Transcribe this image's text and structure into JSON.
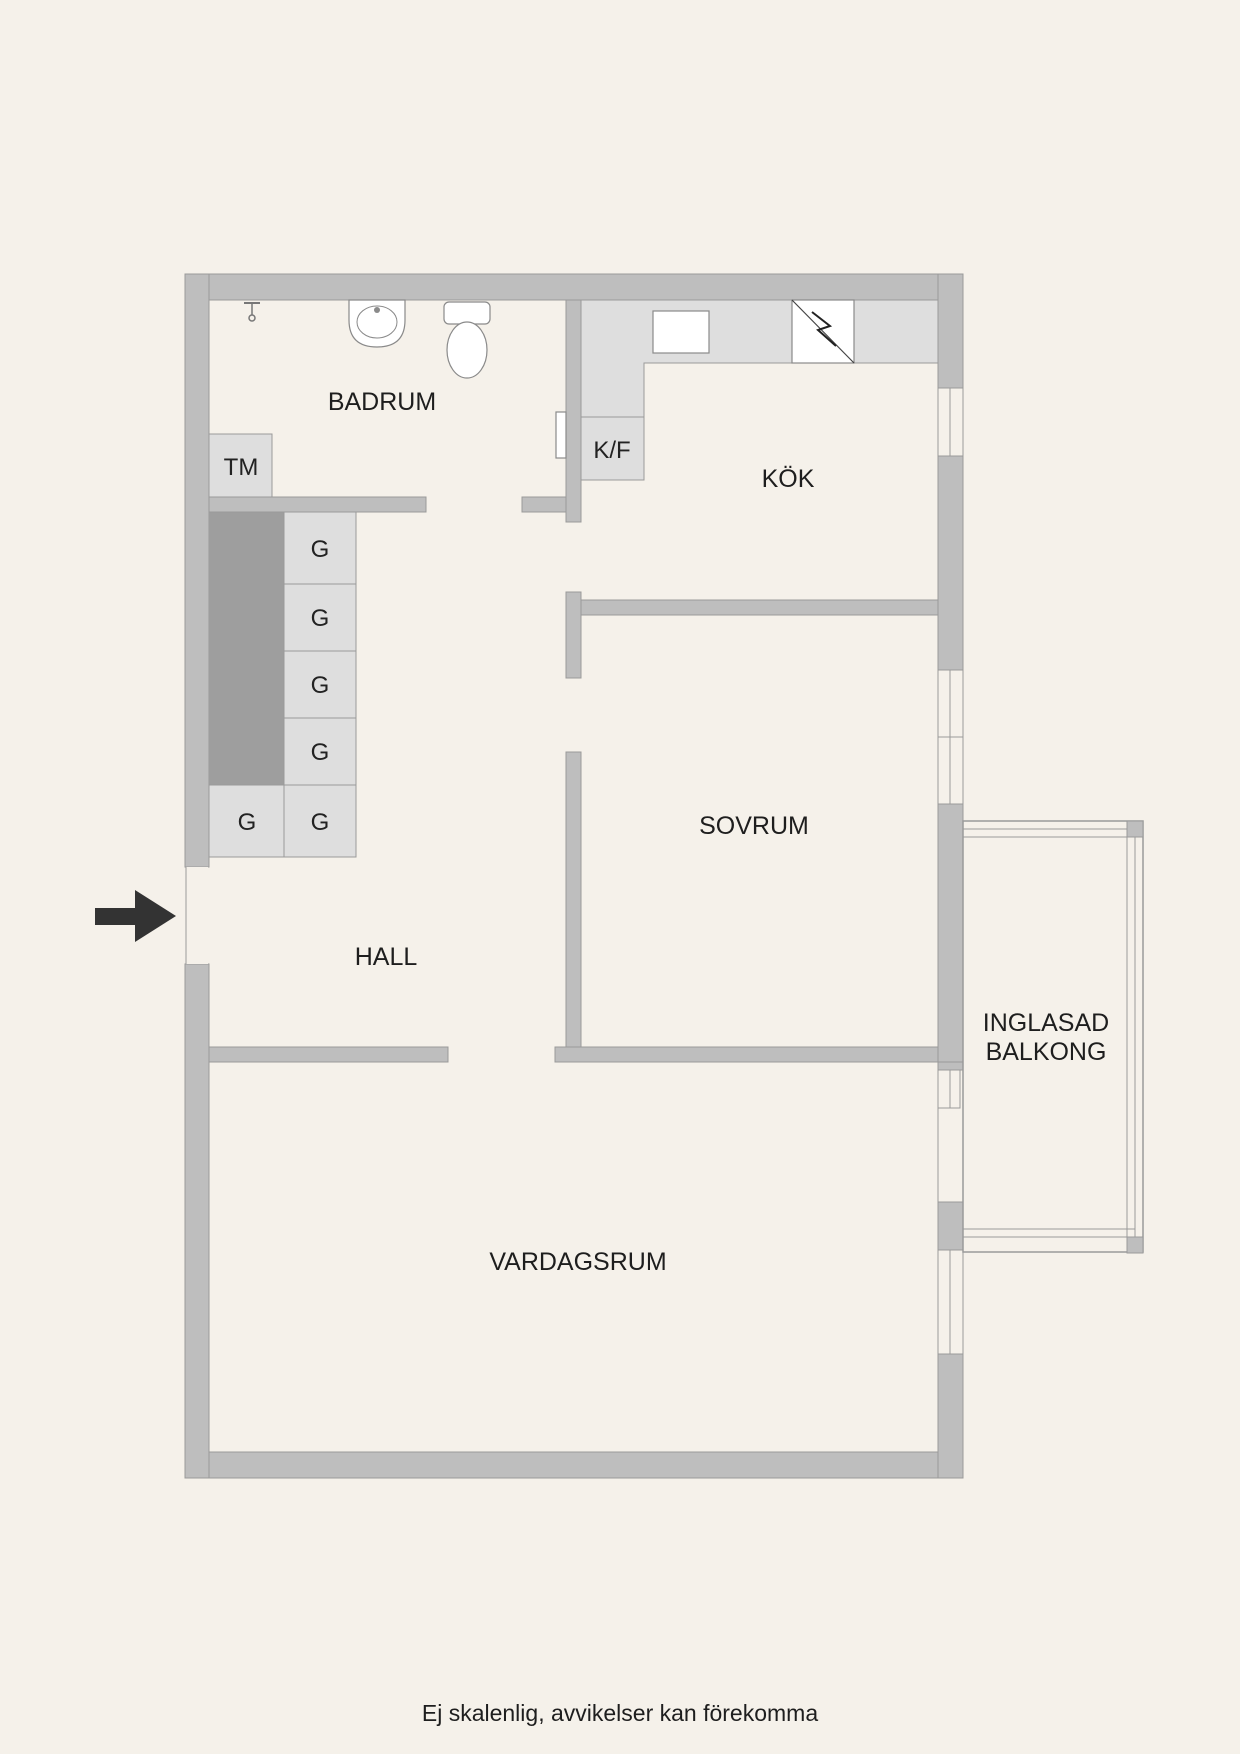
{
  "rooms": {
    "badrum": "BADRUM",
    "kok": "KÖK",
    "sovrum": "SOVRUM",
    "hall": "HALL",
    "vardagsrum": "VARDAGSRUM",
    "balkong_line1": "INGLASAD",
    "balkong_line2": "BALKONG"
  },
  "fixtures": {
    "tm": "TM",
    "kf": "K/F",
    "g": "G"
  },
  "footer": {
    "disclaimer": "Ej skalenlig, avvikelser kan förekomma"
  },
  "colors": {
    "background": "#f5f1ea",
    "wall": "#bebebe",
    "storage": "#dedede",
    "arrow": "#333333"
  },
  "icons": {
    "entrance": "arrow-right-icon",
    "stove": "stove-icon",
    "toilet": "toilet-icon",
    "sink": "sink-icon",
    "shower": "shower-icon",
    "radiator": "radiator-icon"
  }
}
